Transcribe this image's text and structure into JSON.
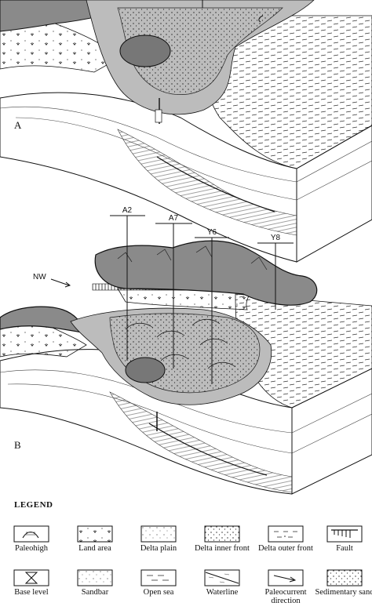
{
  "panels": [
    {
      "label": "A"
    },
    {
      "label": "B",
      "wells": [
        "A2",
        "A7",
        "Y6",
        "Y8"
      ],
      "direction_label": "NW"
    }
  ],
  "legend": {
    "title": "LEGEND",
    "items": [
      {
        "id": "paleohigh",
        "label": "Paleohigh"
      },
      {
        "id": "land-area",
        "label": "Land area"
      },
      {
        "id": "delta-plain",
        "label": "Delta plain"
      },
      {
        "id": "delta-inner-front",
        "label": "Delta inner front"
      },
      {
        "id": "delta-outer-front",
        "label": "Delta outer front"
      },
      {
        "id": "fault",
        "label": "Fault"
      },
      {
        "id": "base-level",
        "label": "Base level"
      },
      {
        "id": "sandbar",
        "label": "Sandbar"
      },
      {
        "id": "open-sea",
        "label": "Open sea"
      },
      {
        "id": "waterline",
        "label": "Waterline"
      },
      {
        "id": "paleocurrent-direction",
        "label": "Paleocurrent direction"
      },
      {
        "id": "sedimentary-sand",
        "label": "Sedimentary sand"
      }
    ]
  }
}
